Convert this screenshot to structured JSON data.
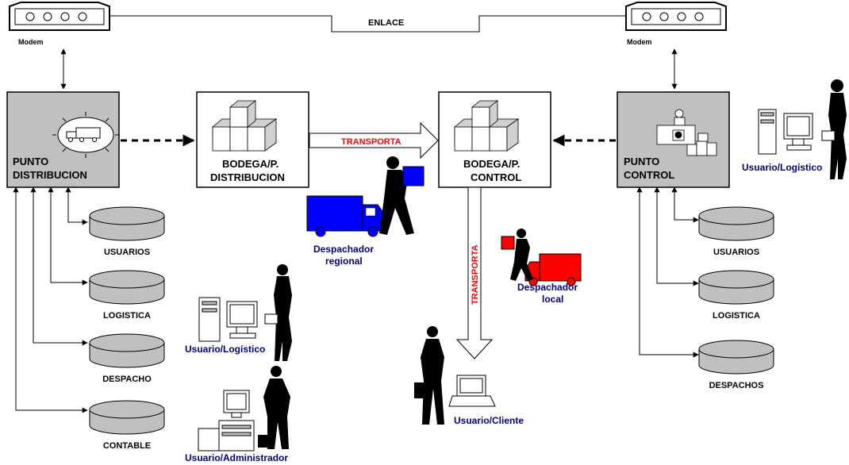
{
  "link": {
    "label": "ENLACE"
  },
  "modem_left": {
    "label": "Modem"
  },
  "modem_right": {
    "label": "Modem"
  },
  "punto_distribucion": {
    "line1": "PUNTO",
    "line2": "DISTRIBUCION"
  },
  "bodega_distribucion": {
    "line1": "BODEGA/P.",
    "line2": "DISTRIBUCION"
  },
  "bodega_control": {
    "line1": "BODEGA/P.",
    "line2": "CONTROL"
  },
  "punto_control": {
    "line1": "PUNTO",
    "line2": "CONTROL"
  },
  "transporta_h": "TRANSPORTA",
  "transporta_v": "TRANSPORTA",
  "left_databases": [
    "USUARIOS",
    "LOGISTICA",
    "DESPACHO",
    "CONTABLE"
  ],
  "right_databases": [
    "USUARIOS",
    "LOGISTICA",
    "DESPACHOS"
  ],
  "actors": {
    "despachador_regional": {
      "line1": "Despachador",
      "line2": "regional"
    },
    "despachador_local": {
      "line1": "Despachador",
      "line2": "local"
    },
    "usuario_logistico_left": "Usuario/Logístico",
    "usuario_logistico_right": "Usuario/Logístico",
    "usuario_administrador": "Usuario/Administrador",
    "usuario_cliente": "Usuario/Cliente"
  },
  "colors": {
    "node_gray": "#c0c0c0",
    "truck_blue": "#0000ff",
    "truck_red": "#ff0000",
    "label_blue": "#000080",
    "label_red": "#ff0000"
  }
}
